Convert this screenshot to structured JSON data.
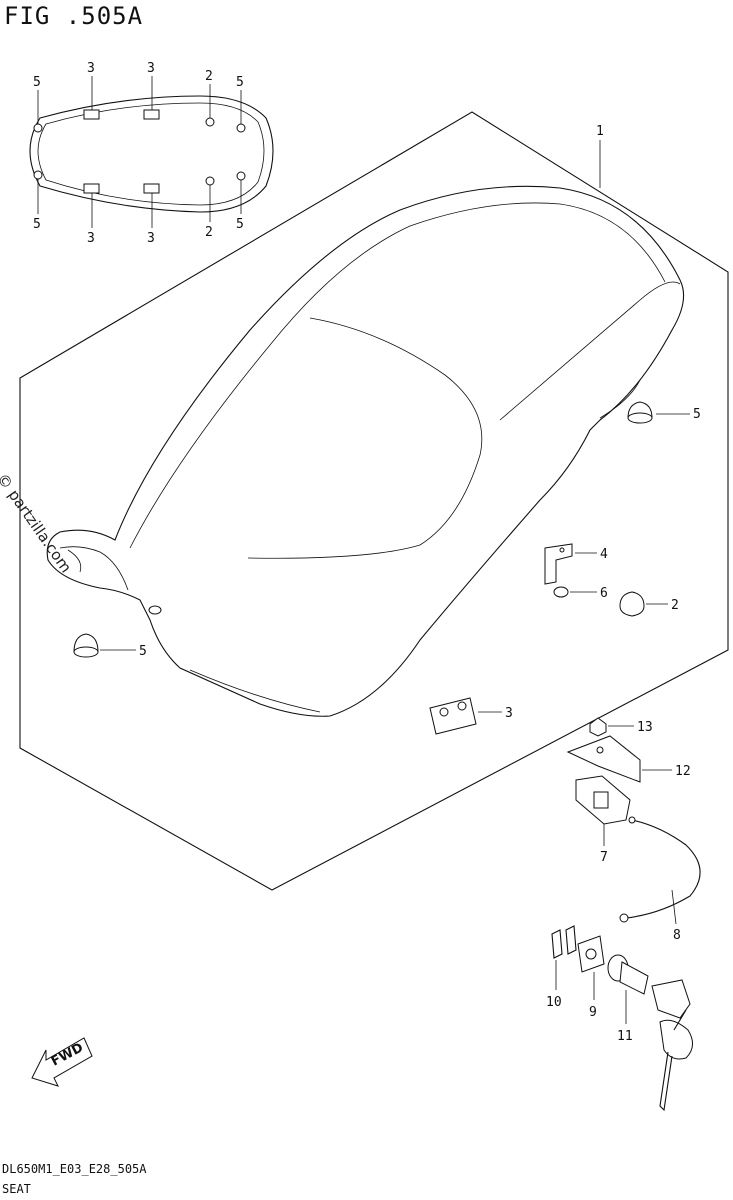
{
  "header": {
    "fig_title": "FIG .505A"
  },
  "watermark": "© partzilla.com",
  "footer": {
    "code": "DL650M1_E03_E28_505A",
    "name": "SEAT"
  },
  "fwd_label": "FWD",
  "callouts": {
    "top": [
      "5",
      "3",
      "3",
      "2",
      "5"
    ],
    "bottom": [
      "5",
      "3",
      "3",
      "2",
      "5"
    ],
    "main": {
      "p1": "1",
      "p5a": "5",
      "p4": "4",
      "p6": "6",
      "p2": "2",
      "p5b": "5",
      "p3": "3",
      "p13": "13",
      "p12": "12",
      "p7": "7",
      "p8": "8",
      "p10": "10",
      "p9": "9",
      "p11": "11"
    }
  }
}
